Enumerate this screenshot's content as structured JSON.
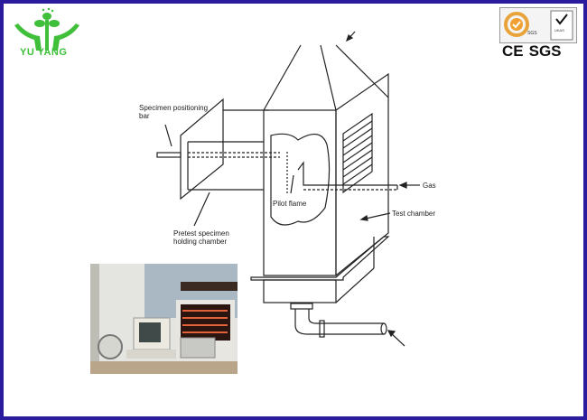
{
  "brand": {
    "name": "YU YANG"
  },
  "certifications": {
    "sgs_seal": "SGS",
    "ukas": "UKAS",
    "ce": "CE",
    "sgs": "SGS"
  },
  "diagram": {
    "labels": {
      "specimen_bar": "Specimen positioning bar",
      "pilot_flame": "Pilot flame",
      "gas": "Gas",
      "test_chamber": "Test chamber",
      "pretest_chamber": "Pretest specimen holding chamber"
    }
  },
  "colors": {
    "border": "#2a1c9c",
    "brand_green": "#3fbf3a"
  }
}
